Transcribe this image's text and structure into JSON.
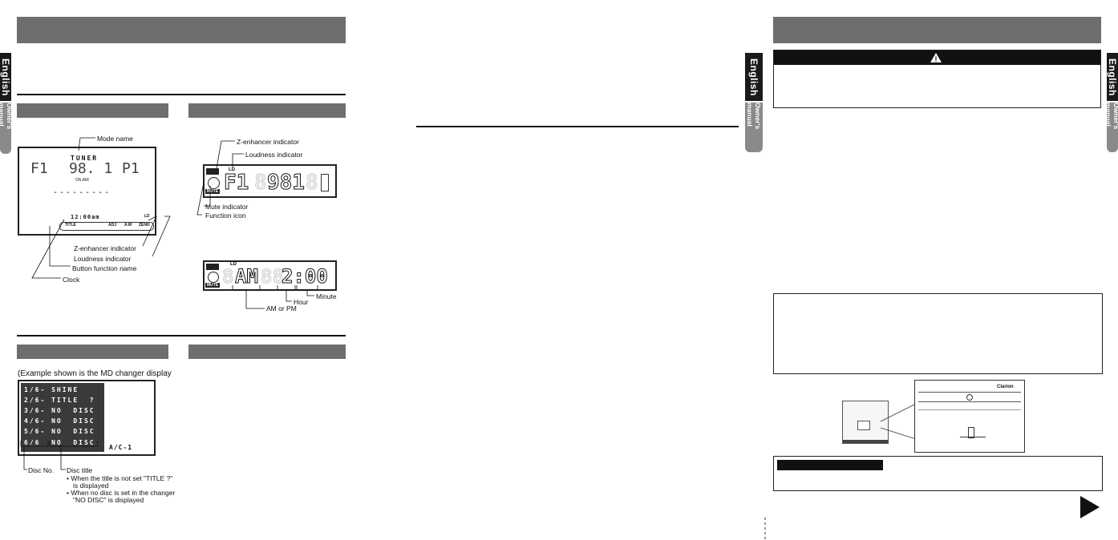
{
  "tabs": {
    "language": "English",
    "manual": "Owner's manual"
  },
  "tuner_display": {
    "mode_name_label": "Mode name",
    "mode": "TUNER",
    "band_left": "F1",
    "frequency": "98. 1",
    "preset": "P1",
    "on_air": "ON AIR",
    "dashes": "---------",
    "clock": "12:00am",
    "ld": "LD",
    "btn_title": "TITLE",
    "btn_adj": "ADJ",
    "btn_am": "A.M",
    "btn_zenh": "ZENH",
    "z_enhancer_label": "Z-enhancer indicator",
    "loudness_label": "Loudness indicator",
    "button_function_label": "Button function name",
    "clock_label": "Clock"
  },
  "sub_display_1": {
    "z_enhancer_label": "Z-enhancer indicator",
    "loudness_label": "Loudness indicator",
    "mute_label": "Mute indicator",
    "function_icon_label": "Function icon",
    "icon_text": "MUTE",
    "ld": "LD",
    "band": "F1",
    "freq": "981"
  },
  "sub_display_2": {
    "icon_text": "MUTE",
    "ld": "LD",
    "ampm": "AM",
    "time": "2:00",
    "ampm_label": "AM or PM",
    "hour_label": "Hour",
    "minute_label": "Minute"
  },
  "md_display": {
    "caption": "(Example shown is the MD changer display",
    "rows": [
      "1/6- SHINE",
      "2/6- TITLE  ?",
      "3/6- NO  DISC",
      "4/6- NO  DISC",
      "5/6- NO  DISC",
      "6/6  NO  DISC"
    ],
    "mode": "A/C-1",
    "disc_no_label": "Disc No.",
    "disc_title_label": "Disc title",
    "note1_line1": "• When the title is not set \"TITLE  ?\"",
    "note1_line2": "is displayed",
    "note2_line1": "• When no disc is set in the changer",
    "note2_line2": "\"NO DISC\" is displayed"
  },
  "warning": {
    "symbol": "!"
  },
  "label_plate": {
    "brand": "Clarion"
  }
}
